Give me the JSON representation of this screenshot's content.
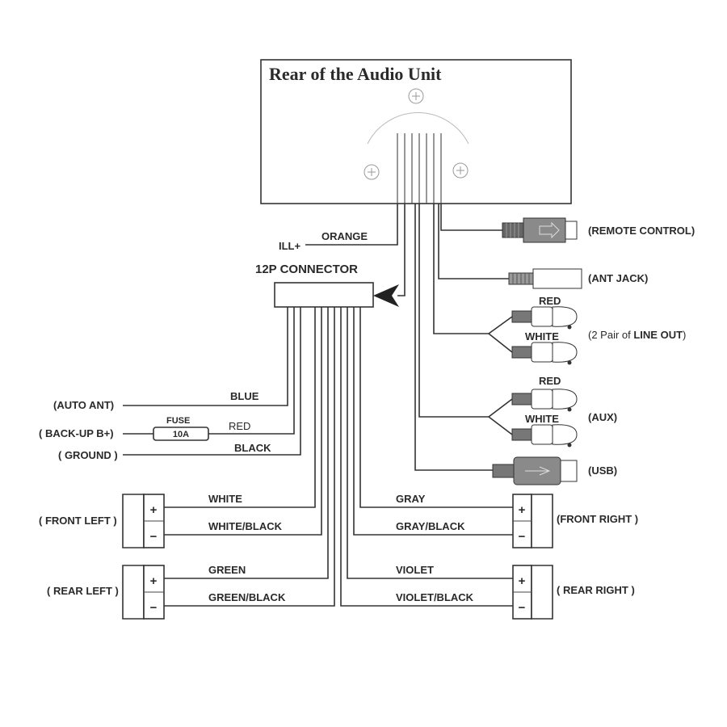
{
  "unit": {
    "title": "Rear of the Audio Unit"
  },
  "ill": {
    "label": "ILL+",
    "wire": "ORANGE"
  },
  "connector": {
    "title": "12P CONNECTOR"
  },
  "left_wires": {
    "auto_ant": {
      "label": "(AUTO ANT)",
      "wire": "BLUE"
    },
    "backup": {
      "label": "( BACK-UP  B+)",
      "wire": "RED",
      "fuse_label": "FUSE",
      "fuse_rating": "10A"
    },
    "ground": {
      "label": "( GROUND )",
      "wire": "BLACK"
    }
  },
  "speakers": {
    "front_left": {
      "label": "( FRONT LEFT )",
      "plus_wire": "WHITE",
      "minus_wire": "WHITE/BLACK"
    },
    "rear_left": {
      "label": "( REAR LEFT )",
      "plus_wire": "GREEN",
      "minus_wire": "GREEN/BLACK"
    },
    "front_right": {
      "label": "(FRONT RIGHT )",
      "plus_wire": "GRAY",
      "minus_wire": "GRAY/BLACK"
    },
    "rear_right": {
      "label": "( REAR RIGHT )",
      "plus_wire": "VIOLET",
      "minus_wire": "VIOLET/BLACK"
    },
    "plus_sign": "+",
    "minus_sign": "−"
  },
  "right_outputs": {
    "remote": {
      "label": "(REMOTE CONTROL)"
    },
    "ant_jack": {
      "label": "(ANT JACK)"
    },
    "line_out": {
      "label_prefix": "(2 Pair of ",
      "label_bold": "LINE OUT",
      "label_suffix": ")",
      "red": "RED",
      "white": "WHITE"
    },
    "aux": {
      "label": "(AUX)",
      "red": "RED",
      "white": "WHITE"
    },
    "usb": {
      "label": "(USB)"
    }
  }
}
